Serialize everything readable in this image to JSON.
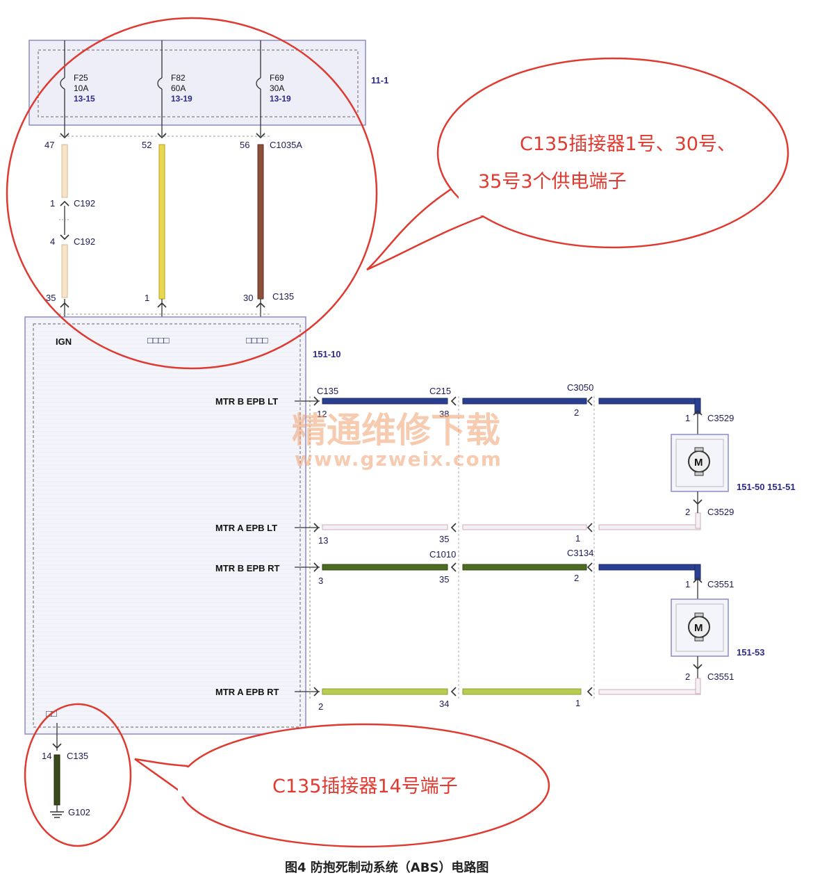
{
  "fuse_box": {
    "ref": "11-1",
    "fuses": [
      {
        "name": "F25",
        "rating": "10A",
        "ref": "13-15"
      },
      {
        "name": "F82",
        "rating": "60A",
        "ref": "13-19"
      },
      {
        "name": "F69",
        "rating": "30A",
        "ref": "13-19"
      }
    ]
  },
  "upper_pins": {
    "p47": "47",
    "p52": "52",
    "p56": "56",
    "c1035a": "C1035A",
    "c192_1_pin": "1",
    "c192_1": "C192",
    "c192_4_pin": "4",
    "c192_4": "C192",
    "p35": "35",
    "p1": "1",
    "p30": "30",
    "c135": "C135"
  },
  "module": {
    "ref": "151-10",
    "ign": "IGN",
    "pin_b": "□□□□",
    "pin_c": "□□□□",
    "gnd_label": "□□",
    "outputs": [
      {
        "label": "MTR B EPB LT",
        "pin": "12"
      },
      {
        "label": "MTR A EPB LT",
        "pin": "13"
      },
      {
        "label": "MTR B EPB RT",
        "pin": "3"
      },
      {
        "label": "MTR A EPB RT",
        "pin": "2"
      }
    ]
  },
  "connectors": {
    "c135_top": "C135",
    "c215": "C215",
    "c215_p1": "38",
    "c215_p2": "35",
    "c3050": "C3050",
    "c3050_p1": "2",
    "c3050_p2": "1",
    "c1010": "C1010",
    "c1010_p1": "35",
    "c1010_p2": "34",
    "c3134": "C3134",
    "c3134_p1": "2",
    "c3134_p2": "1"
  },
  "motors": {
    "left": {
      "symbol": "M",
      "ref": "151-50  151-51",
      "pin_top": "1",
      "conn_top": "C3529",
      "pin_bot": "2",
      "conn_bot": "C3529"
    },
    "right": {
      "symbol": "M",
      "ref": "151-53",
      "pin_top": "1",
      "conn_top": "C3551",
      "pin_bot": "2",
      "conn_bot": "C3551"
    }
  },
  "ground": {
    "pin": "14",
    "conn": "C135",
    "name": "G102"
  },
  "callouts": {
    "top_line1": "C135插接器1号、30号、",
    "top_line2": "35号3个供电端子",
    "bottom": "C135插接器14号端子"
  },
  "watermark": {
    "line1": "精通维修下载",
    "line2": "www.gzweix.com"
  },
  "caption": "图4  防抱死制动系统（ABS）电路图",
  "colors": {
    "frame": "#8a8acc",
    "wire_blue": "#2a3f8f",
    "wire_green": "#4e6b22",
    "wire_yellow": "#e0d048",
    "wire_brown": "#8b4f3a",
    "wire_pink": "#e8c0c8",
    "wire_lime": "#b8cc50",
    "callout_red": "#e03a30"
  }
}
